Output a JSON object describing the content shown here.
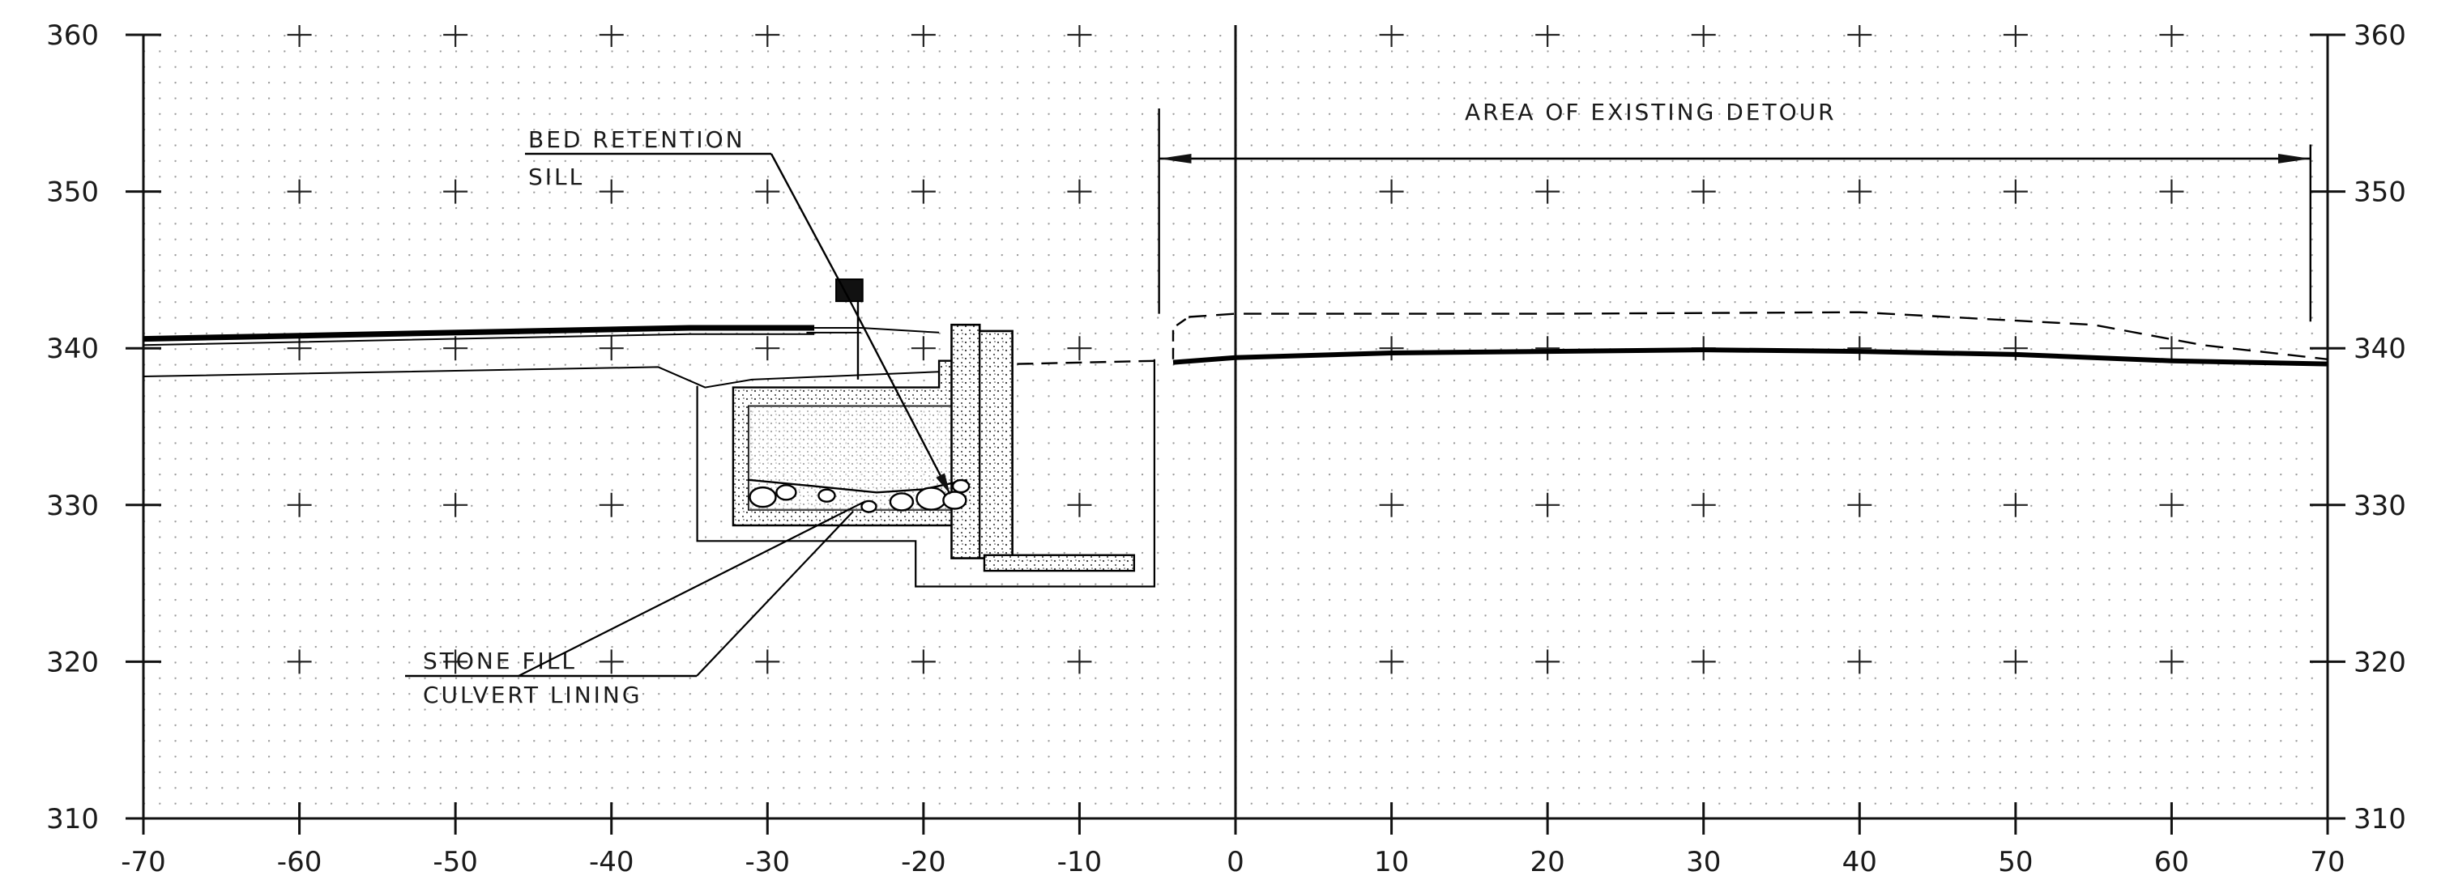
{
  "chart_data": {
    "type": "diagram",
    "title": "",
    "xlabel": "",
    "ylabel": "",
    "xlim": [
      -70,
      70
    ],
    "ylim": [
      310,
      360
    ],
    "x_ticks": [
      "-70",
      "-60",
      "-50",
      "-40",
      "-30",
      "-20",
      "-10",
      "0",
      "10",
      "20",
      "30",
      "40",
      "50",
      "60",
      "70"
    ],
    "y_ticks": [
      "310",
      "320",
      "330",
      "340",
      "350",
      "360"
    ],
    "grid": "dotted with cross markers",
    "annotations": [
      {
        "id": "bed-retention",
        "lines": [
          "BED RETENTION",
          "SILL"
        ],
        "anchor": [
          -25,
          338
        ]
      },
      {
        "id": "stone-fill",
        "lines": [
          "STONE FILL",
          "CULVERT LINING"
        ],
        "anchor": [
          -24,
          330
        ]
      },
      {
        "id": "detour",
        "lines": [
          "AREA OF EXISTING DETOUR"
        ],
        "span": [
          -5,
          68
        ],
        "at": 352
      }
    ],
    "existing_ground_profile": [
      [
        -70,
        340.6
      ],
      [
        -60,
        340.8
      ],
      [
        -45,
        341.1
      ],
      [
        -35,
        341.3
      ],
      [
        -27,
        341.3
      ]
    ],
    "lower_ground_profile": [
      [
        -70,
        338.2
      ],
      [
        -37,
        338.8
      ],
      [
        -34,
        337.5
      ],
      [
        -31,
        338.0
      ],
      [
        -19,
        338.5
      ]
    ],
    "proposed_dashed_profile": [
      [
        -3,
        342.0
      ],
      [
        0,
        342.2
      ],
      [
        20,
        342.2
      ],
      [
        40,
        342.3
      ],
      [
        55,
        341.5
      ],
      [
        62,
        340.2
      ],
      [
        70,
        339.3
      ]
    ],
    "detour_ground_profile": [
      [
        -4,
        339.1
      ],
      [
        0,
        339.4
      ],
      [
        10,
        339.7
      ],
      [
        20,
        339.8
      ],
      [
        30,
        339.9
      ],
      [
        40,
        339.8
      ],
      [
        50,
        339.6
      ],
      [
        60,
        339.2
      ],
      [
        70,
        339.0
      ]
    ],
    "fill_dashed_profile": [
      [
        -14,
        339.0
      ],
      [
        -5,
        339.2
      ]
    ]
  }
}
